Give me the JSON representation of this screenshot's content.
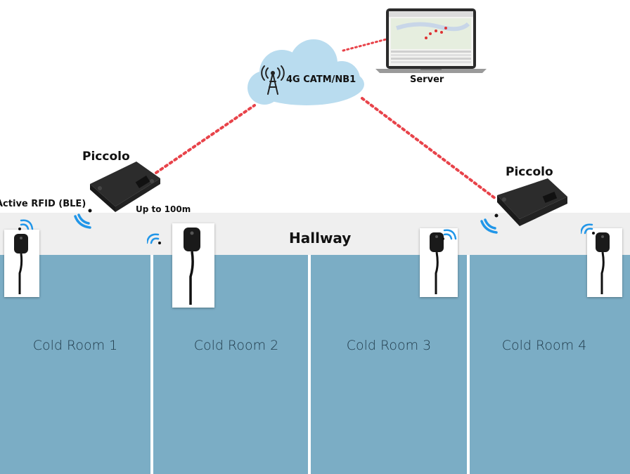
{
  "hallway": {
    "label": "Hallway"
  },
  "rooms": [
    {
      "label": "Cold Room 1"
    },
    {
      "label": "Cold Room 2"
    },
    {
      "label": "Cold Room 3"
    },
    {
      "label": "Cold Room 4"
    }
  ],
  "network": {
    "label": "4G CATM/NB1"
  },
  "server": {
    "label": "Server"
  },
  "gateways": [
    {
      "label": "Piccolo"
    },
    {
      "label": "Piccolo"
    }
  ],
  "ble": {
    "label": "Active RFID (BLE)",
    "range_label": "Up to 100m"
  },
  "colors": {
    "room": "#7badc5",
    "hallway": "#efefef",
    "link": "#e8434a",
    "cloud": "#b9dcef",
    "signal": "#2196e8"
  }
}
